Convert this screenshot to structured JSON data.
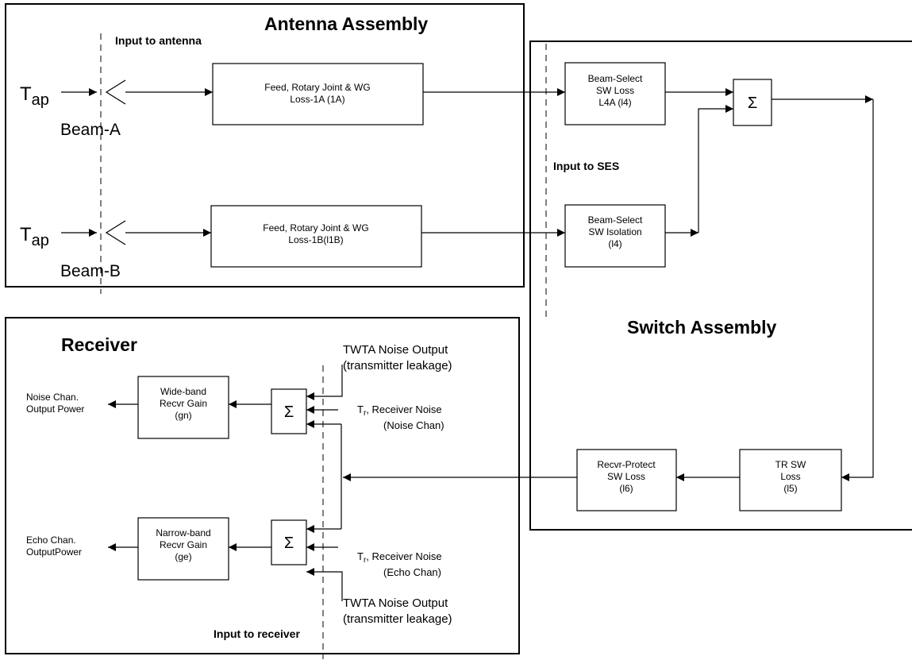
{
  "sections": {
    "antenna_title": "Antenna Assembly",
    "switch_title": "Switch Assembly",
    "receiver_title": "Receiver"
  },
  "markers": {
    "input_to_antenna": "Input to antenna",
    "input_to_ses": "Input to SES",
    "input_to_receiver": "Input to receiver"
  },
  "inputs": {
    "tap_a_main": "T",
    "tap_a_sub": "ap",
    "tap_b_main": "T",
    "tap_b_sub": "ap",
    "beam_a": "Beam-A",
    "beam_b": "Beam-B"
  },
  "blocks": {
    "feed_a": [
      "Feed, Rotary Joint & WG",
      "Loss-1A  (1A)"
    ],
    "feed_b": [
      "Feed, Rotary Joint & WG",
      "Loss-1B(l1B)"
    ],
    "beam_select_loss": [
      "Beam-Select",
      "SW Loss",
      "L4A  (l4)"
    ],
    "beam_select_iso": [
      "Beam-Select",
      "SW Isolation",
      "(l4)"
    ],
    "tr_sw": [
      "TR SW",
      "Loss",
      "(l5)"
    ],
    "recvr_protect": [
      "Recvr-Protect",
      "SW Loss",
      "(l6)"
    ],
    "wide_band": [
      "Wide-band",
      "Recvr Gain",
      "(gn)"
    ],
    "narrow_band": [
      "Narrow-band",
      "Recvr Gain",
      "(ge)"
    ]
  },
  "summers": {
    "symbol": "Σ"
  },
  "noise_sources": {
    "twta_top": [
      "TWTA Noise Output",
      "(transmitter leakage)"
    ],
    "tr_noise_main": "T",
    "tr_noise_sub": "r",
    "tr_noise_text": ", Receiver Noise",
    "noise_chan_paren": "(Noise Chan)",
    "tr_echo_main": "T",
    "tr_echo_sub": "r",
    "tr_echo_text": ", Receiver Noise",
    "echo_chan_paren": "(Echo Chan)",
    "twta_bottom": [
      "TWTA Noise Output",
      "(transmitter leakage)"
    ]
  },
  "outputs": {
    "noise_chan": [
      "Noise Chan.",
      "Output Power"
    ],
    "echo_chan": [
      "Echo Chan.",
      "OutputPower"
    ]
  }
}
